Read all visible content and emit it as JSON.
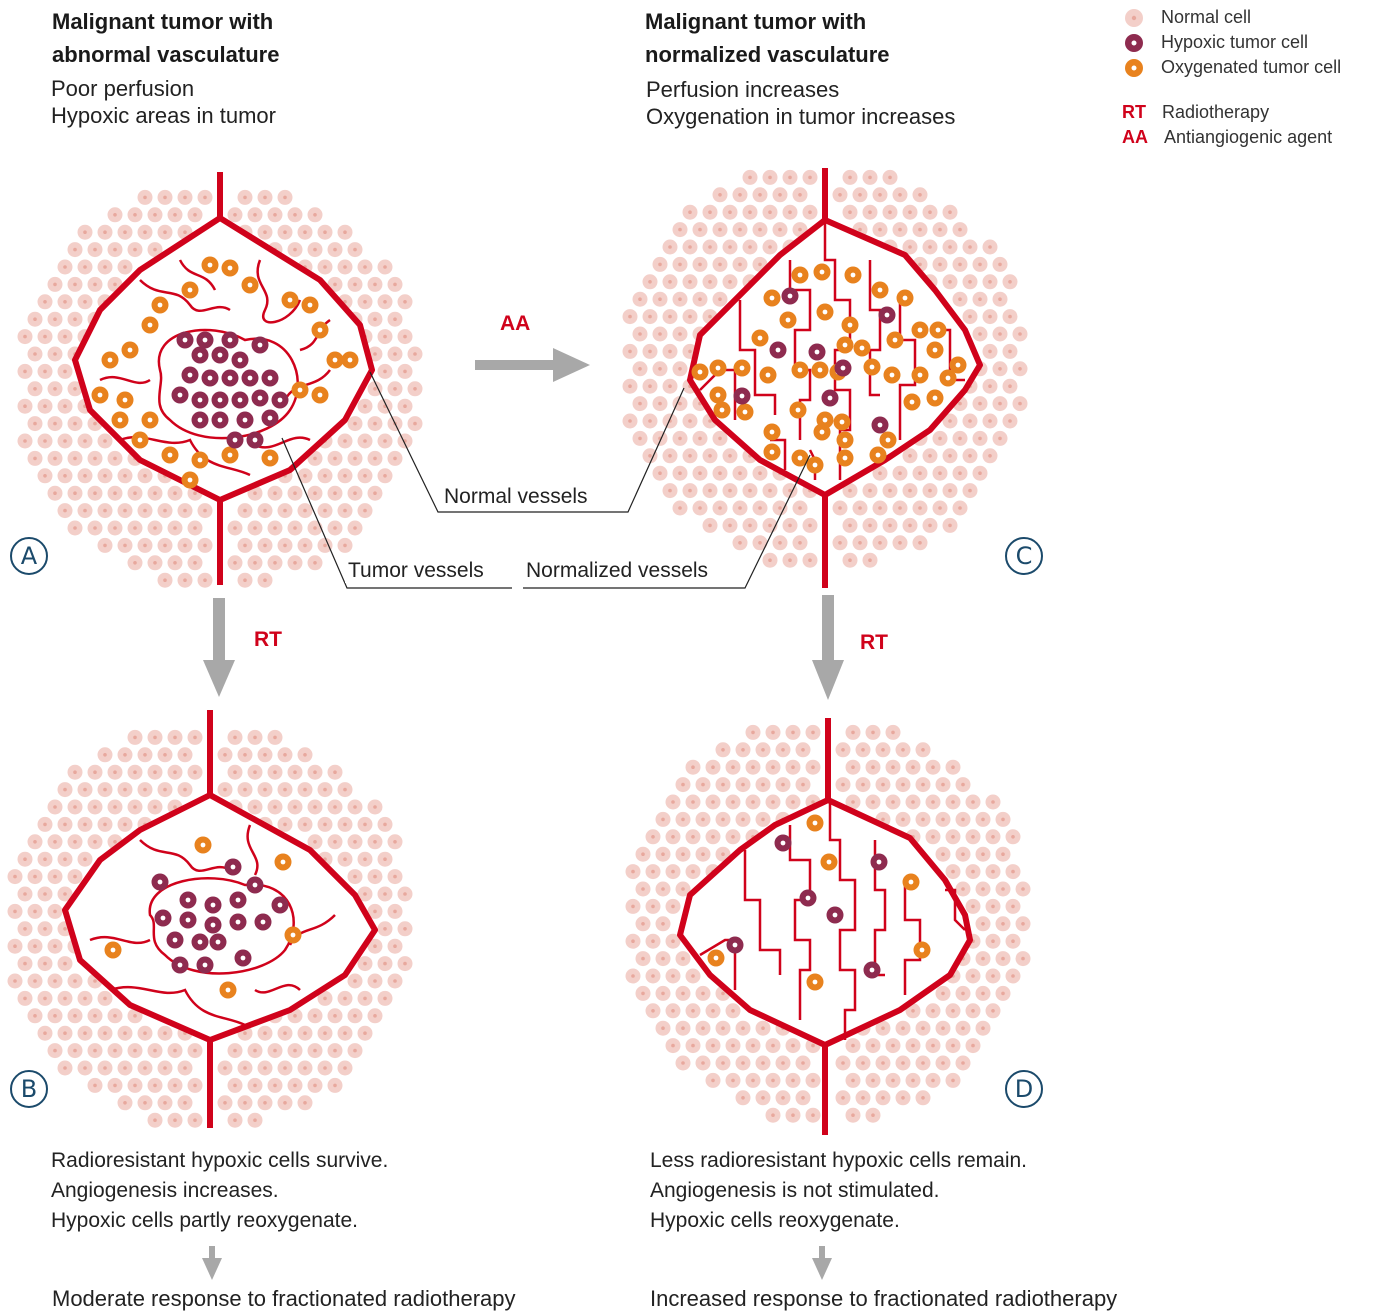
{
  "panel_a": {
    "title_line1": "Malignant tumor with",
    "title_line2": "abnormal vasculature",
    "sub_line1": "Poor perfusion",
    "sub_line2": "Hypoxic areas in tumor",
    "letter": "A"
  },
  "panel_c": {
    "title_line1": "Malignant tumor with",
    "title_line2": "normalized vasculature",
    "sub_line1": "Perfusion increases",
    "sub_line2": "Oxygenation in tumor increases",
    "letter": "C"
  },
  "panel_b": {
    "letter": "B",
    "desc_line1": "Radioresistant hypoxic cells survive.",
    "desc_line2": "Angiogenesis increases.",
    "desc_line3": "Hypoxic cells partly reoxygenate.",
    "conclusion": "Moderate response to fractionated radiotherapy"
  },
  "panel_d": {
    "letter": "D",
    "desc_line1": "Less radioresistant hypoxic cells remain.",
    "desc_line2": "Angiogenesis is not stimulated.",
    "desc_line3": "Hypoxic cells reoxygenate.",
    "conclusion": "Increased response to fractionated radiotherapy"
  },
  "legend": {
    "normal_cell": "Normal cell",
    "hypoxic_cell": "Hypoxic tumor cell",
    "oxygenated_cell": "Oxygenated tumor cell",
    "rt_abbr": "RT",
    "rt_text": "Radiotherapy",
    "aa_abbr": "AA",
    "aa_text": "Antiangiogenic agent"
  },
  "arrows": {
    "aa_label": "AA",
    "rt_left_label": "RT",
    "rt_right_label": "RT"
  },
  "vessel_labels": {
    "normal": "Normal vessels",
    "tumor": "Tumor vessels",
    "normalized": "Normalized vessels"
  },
  "colors": {
    "vessel_red": "#d0021b",
    "normal_cell": "#f3cfc9",
    "normal_cell_center": "#e8a89d",
    "hypoxic_cell": "#8e2b4f",
    "oxygenated_cell": "#e8821e",
    "arrow_gray": "#a8a8a8",
    "letter_blue": "#1b4a6b"
  }
}
